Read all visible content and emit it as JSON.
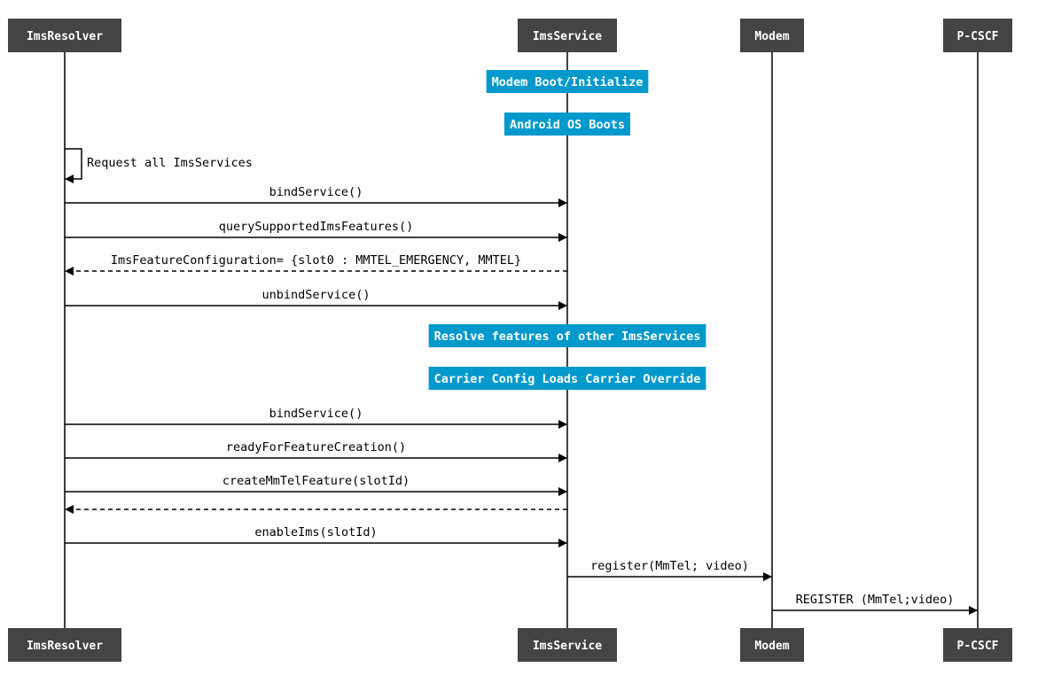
{
  "participants": [
    {
      "id": "resolver",
      "name": "ImsResolver"
    },
    {
      "id": "service",
      "name": "ImsService"
    },
    {
      "id": "modem",
      "name": "Modem"
    },
    {
      "id": "pcscf",
      "name": "P-CSCF"
    }
  ],
  "steps": [
    {
      "kind": "note",
      "over": "service",
      "text": "Modem Boot/Initialize"
    },
    {
      "kind": "note",
      "over": "service",
      "text": "Android OS Boots"
    },
    {
      "kind": "self",
      "from": "resolver",
      "label": "Request all ImsServices"
    },
    {
      "kind": "msg",
      "from": "resolver",
      "to": "service",
      "label": "bindService()",
      "style": "solid"
    },
    {
      "kind": "msg",
      "from": "resolver",
      "to": "service",
      "label": "querySupportedImsFeatures()",
      "style": "solid"
    },
    {
      "kind": "msg",
      "from": "service",
      "to": "resolver",
      "label": "ImsFeatureConfiguration= {slot0 : MMTEL_EMERGENCY, MMTEL}",
      "style": "dashed"
    },
    {
      "kind": "msg",
      "from": "resolver",
      "to": "service",
      "label": "unbindService()",
      "style": "solid"
    },
    {
      "kind": "note",
      "over": "service",
      "text": "Resolve features of other ImsServices"
    },
    {
      "kind": "note",
      "over": "service",
      "text": "Carrier Config Loads Carrier Override"
    },
    {
      "kind": "msg",
      "from": "resolver",
      "to": "service",
      "label": "bindService()",
      "style": "solid"
    },
    {
      "kind": "msg",
      "from": "resolver",
      "to": "service",
      "label": "readyForFeatureCreation()",
      "style": "solid"
    },
    {
      "kind": "msg",
      "from": "resolver",
      "to": "service",
      "label": "createMmTelFeature(slotId)",
      "style": "solid"
    },
    {
      "kind": "msg",
      "from": "service",
      "to": "resolver",
      "label": "",
      "style": "dashed"
    },
    {
      "kind": "msg",
      "from": "resolver",
      "to": "service",
      "label": "enableIms(slotId)",
      "style": "solid"
    },
    {
      "kind": "msg",
      "from": "service",
      "to": "modem",
      "label": "register(MmTel; video)",
      "style": "solid"
    },
    {
      "kind": "msg",
      "from": "modem",
      "to": "pcscf",
      "label": "REGISTER (MmTel;video)",
      "style": "solid"
    }
  ],
  "colors": {
    "participant_box": "#444444",
    "participant_text": "#ffffff",
    "note_box": "#0099cc",
    "note_text": "#ffffff",
    "line": "#000000"
  }
}
